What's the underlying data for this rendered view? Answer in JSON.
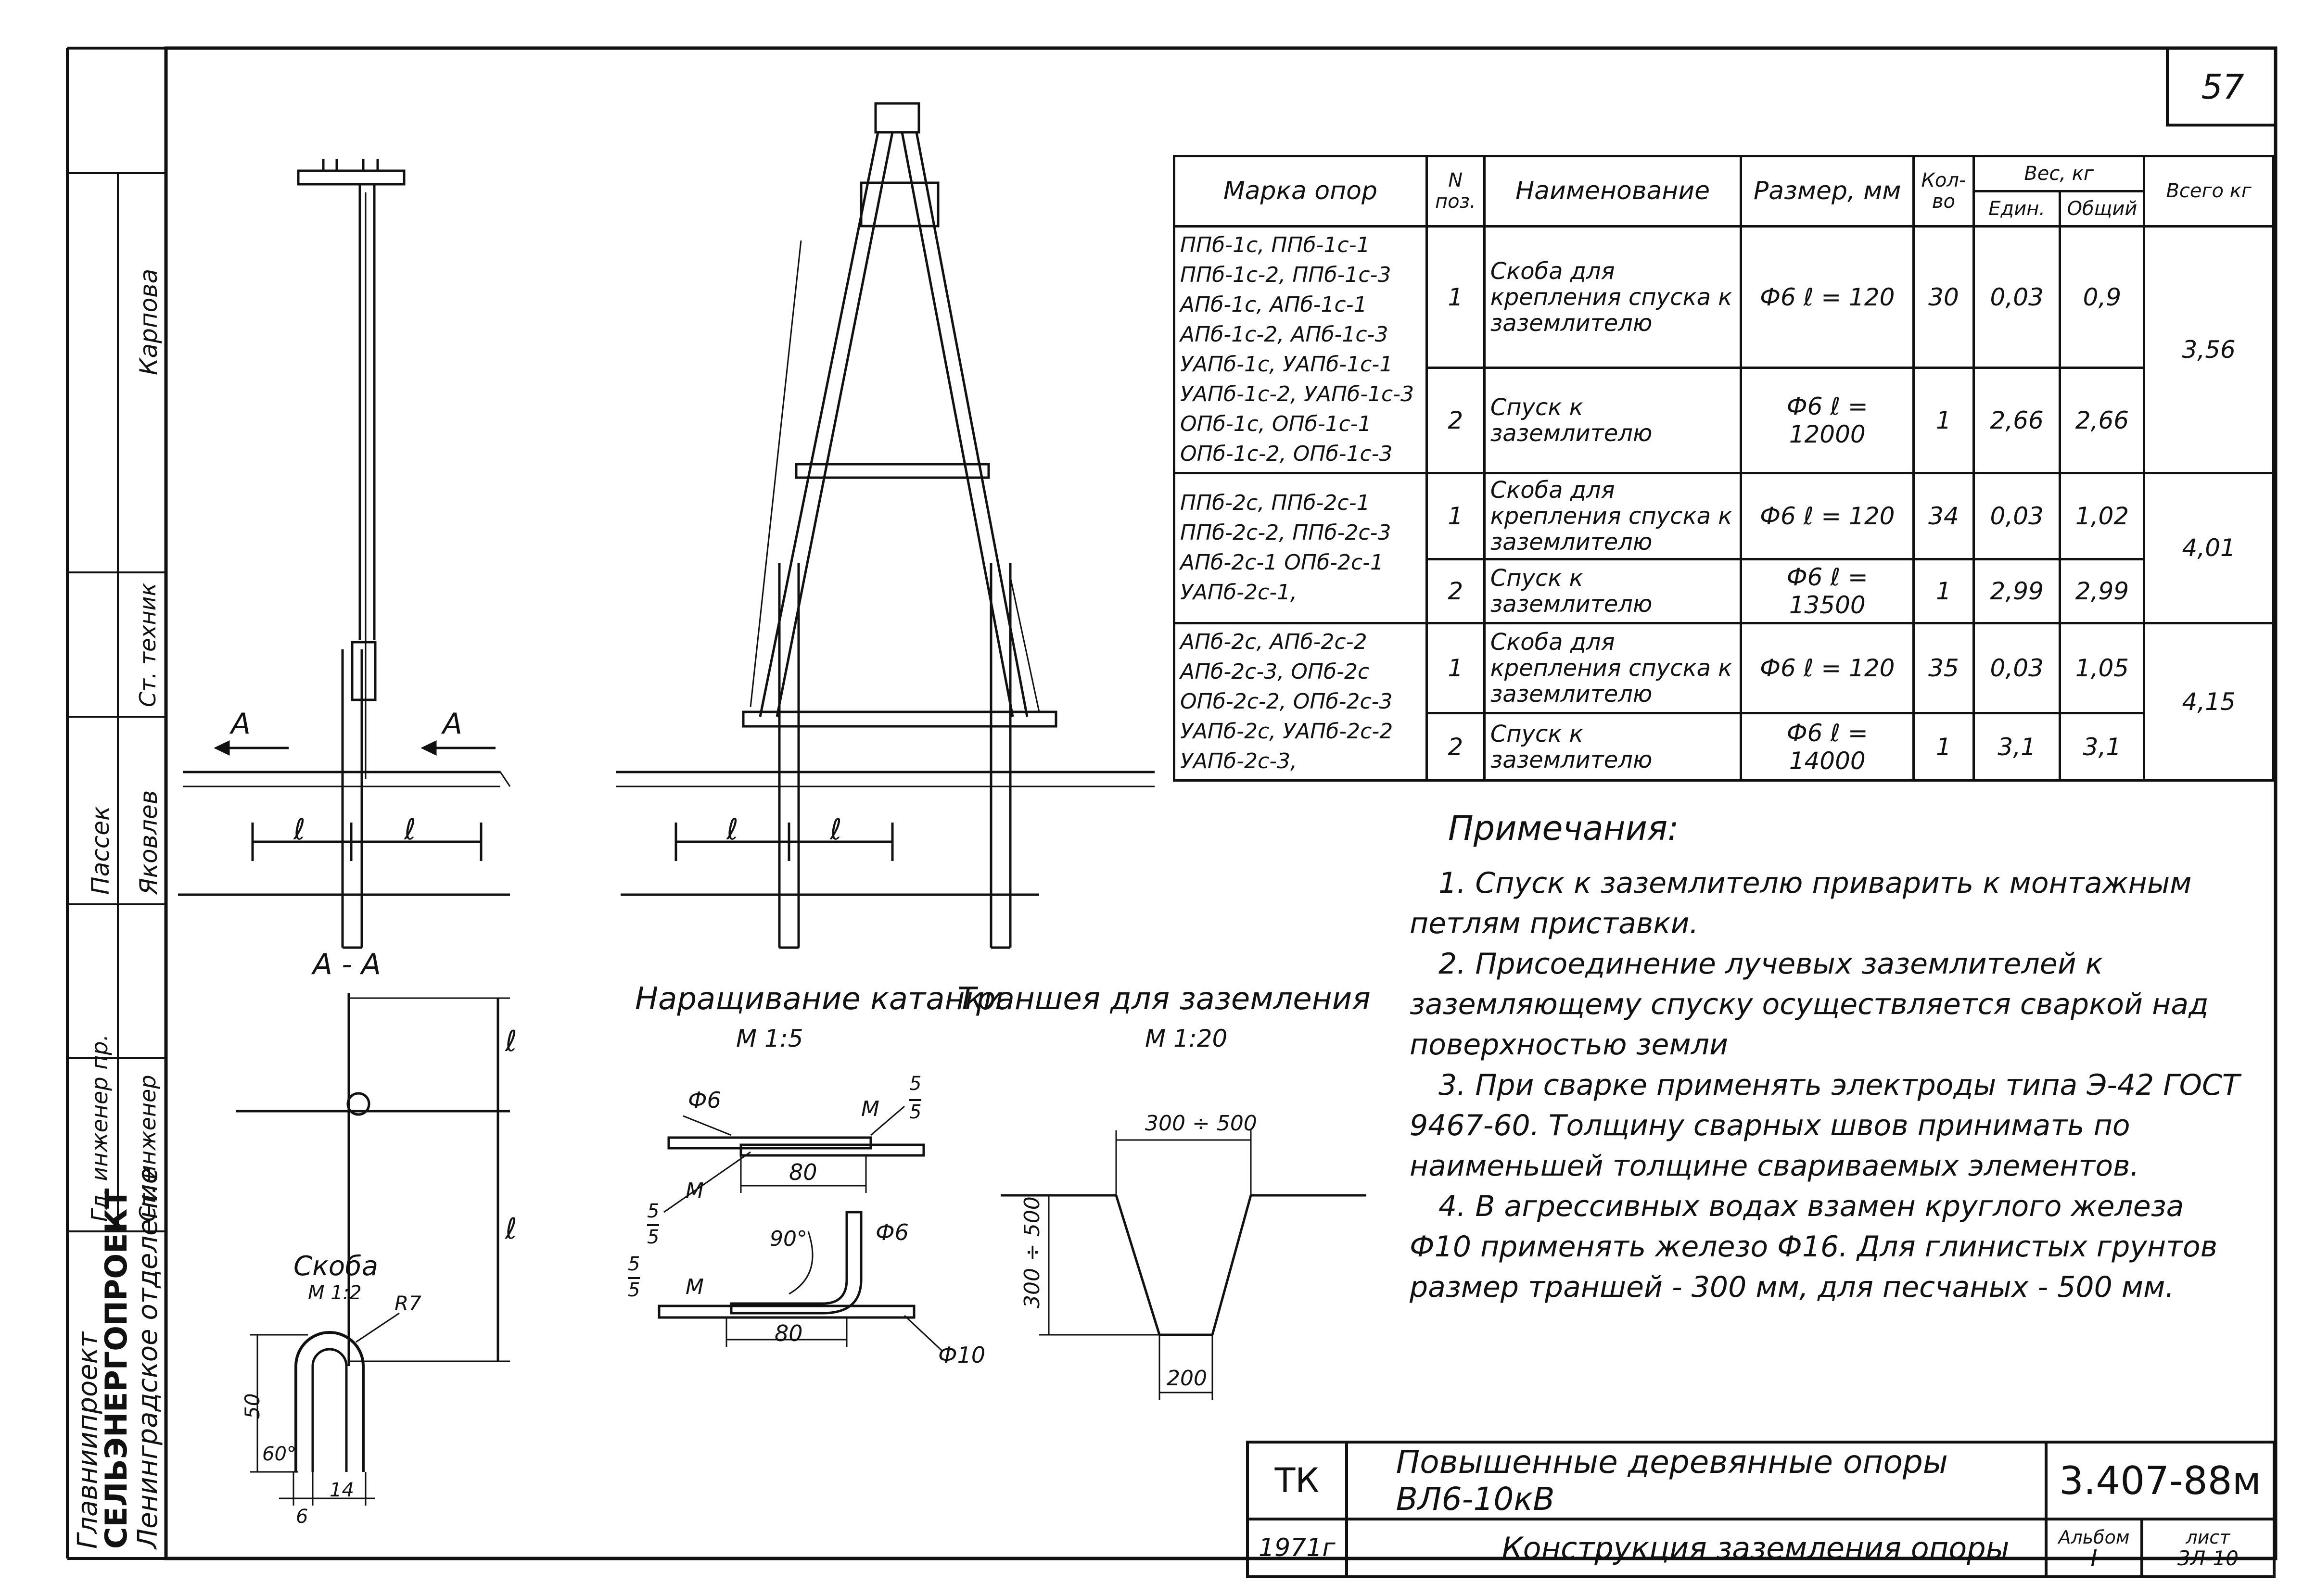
{
  "sheet_number": "57",
  "table": {
    "headers": {
      "mark": "Марка опор",
      "pos": "N поз.",
      "name": "Наименование",
      "size": "Размер, мм",
      "qty": "Кол-во",
      "weight": "Вес, кг",
      "unit": "Един.",
      "total": "Общий",
      "grand": "Всего кг"
    },
    "groups": [
      {
        "marks": [
          "ППб-1с, ППб-1с-1",
          "ППб-1с-2, ППб-1с-3",
          "АПб-1с, АПб-1с-1",
          "АПб-1с-2, АПб-1с-3",
          "УАПб-1с, УАПб-1с-1",
          "УАПб-1с-2, УАПб-1с-3",
          "ОПб-1с, ОПб-1с-1",
          "ОПб-1с-2, ОПб-1с-3"
        ],
        "grand": "3,56",
        "rows": [
          {
            "pos": "1",
            "name": "Скоба для крепления спуска к заземлителю",
            "size": "Ф6 ℓ = 120",
            "qty": "30",
            "unit": "0,03",
            "total": "0,9"
          },
          {
            "pos": "2",
            "name": "Спуск к заземлителю",
            "size": "Ф6 ℓ = 12000",
            "qty": "1",
            "unit": "2,66",
            "total": "2,66"
          }
        ]
      },
      {
        "marks": [
          "ППб-2с, ППб-2с-1",
          "ППб-2с-2, ППб-2с-3",
          "АПб-2с-1 ОПб-2с-1",
          "УАПб-2с-1,"
        ],
        "grand": "4,01",
        "rows": [
          {
            "pos": "1",
            "name": "Скоба для крепления спуска к заземлителю",
            "size": "Ф6 ℓ = 120",
            "qty": "34",
            "unit": "0,03",
            "total": "1,02"
          },
          {
            "pos": "2",
            "name": "Спуск к заземлителю",
            "size": "Ф6 ℓ = 13500",
            "qty": "1",
            "unit": "2,99",
            "total": "2,99"
          }
        ]
      },
      {
        "marks": [
          "АПб-2с, АПб-2с-2",
          "АПб-2с-3, ОПб-2с",
          "ОПб-2с-2, ОПб-2с-3",
          "УАПб-2с, УАПб-2с-2",
          "УАПб-2с-3,"
        ],
        "grand": "4,15",
        "rows": [
          {
            "pos": "1",
            "name": "Скоба для крепления спуска к заземлителю",
            "size": "Ф6 ℓ = 120",
            "qty": "35",
            "unit": "0,03",
            "total": "1,05"
          },
          {
            "pos": "2",
            "name": "Спуск к заземлителю",
            "size": "Ф6 ℓ = 14000",
            "qty": "1",
            "unit": "3,1",
            "total": "3,1"
          }
        ]
      }
    ]
  },
  "notes": {
    "title": "Примечания:",
    "items": [
      "1. Спуск к заземлителю приварить к монтажным петлям приставки.",
      "2. Присоединение лучевых заземлителей к заземляющему спуску осуществляется сваркой над поверхностью земли",
      "3. При сварке применять электроды типа Э-42 ГОСТ 9467-60. Толщину сварных швов принимать по наименьшей толщине свариваемых элементов.",
      "4. В агрессивных водах взамен круглого железа Ф10 применять железо Ф16. Для глинистых грунтов размер траншей - 300 мм, для песчаных - 500 мм."
    ]
  },
  "drawings": {
    "section_label": "А - А",
    "cut_mark": "А",
    "dim_l": "ℓ",
    "extension_title": "Наращивание катанки",
    "extension_scale": "М 1:5",
    "trench_title": "Траншея для заземления",
    "trench_scale": "М 1:20",
    "clip_title": "Скоба",
    "clip_scale": "М 1:2",
    "phi6": "Ф6",
    "phi10": "Ф10",
    "weld_mark": "М",
    "weld_fraction_top": "5",
    "weld_fraction_bottom": "5",
    "dim_80": "80",
    "angle_90": "90°",
    "trench_top": "300 ÷ 500",
    "trench_depth": "300 ÷ 500",
    "trench_bottom": "200",
    "clip_r": "R7",
    "clip_h": "50",
    "clip_angle": "60°",
    "clip_w6": "6",
    "clip_w14": "14"
  },
  "title_block": {
    "tk": "ТК",
    "year": "1971г",
    "title": "Повышенные деревянные опоры ВЛ6-10кВ",
    "subtitle": "Конструкция заземления опоры",
    "code": "3.407-88м",
    "album_label": "Альбом",
    "album_value": "I",
    "sheet_label": "лист",
    "sheet_value": "3Л-10"
  },
  "sidebar": {
    "org1": "Главниипроект",
    "org2": "СЕЛЬЭНЕРГОПРОЕКТ",
    "org3": "Ленинградское отделение",
    "roles": [
      "Гл. инженер пр.",
      "Ст. инженер",
      "Ст. техник"
    ],
    "names": [
      "Пассек",
      "Яковлев",
      "Карпова"
    ]
  }
}
